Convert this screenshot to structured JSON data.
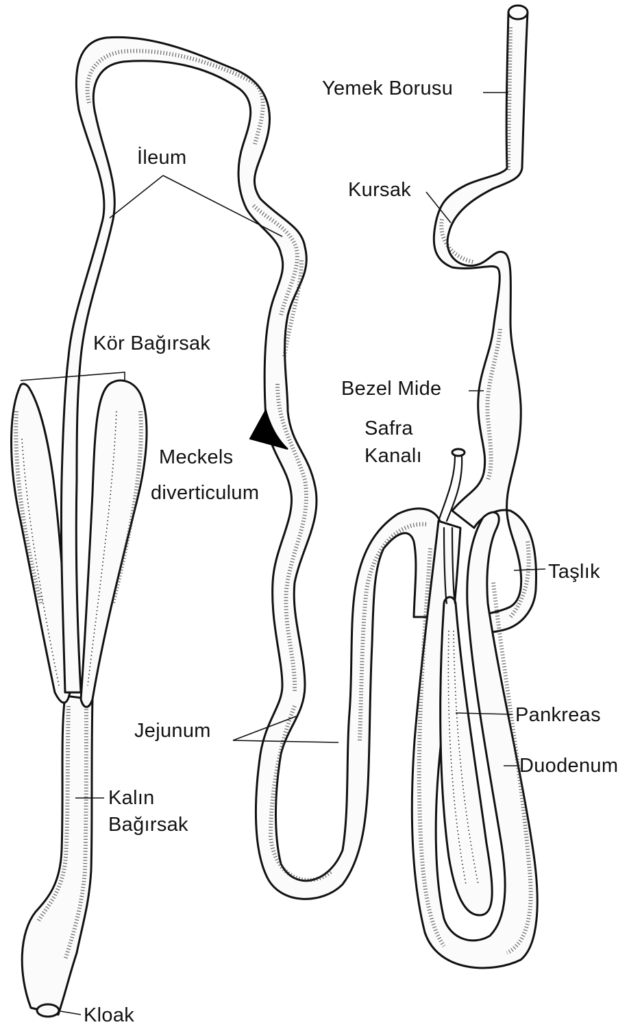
{
  "labels": {
    "ileum": "İleum",
    "kor_bagirsak": "Kör Bağırsak",
    "meckels_1": "Meckels",
    "meckels_2": "diverticulum",
    "kalin_1": "Kalın",
    "kalin_2": "Bağırsak",
    "kloak": "Kloak",
    "yemek_borusu": "Yemek Borusu",
    "kursak": "Kursak",
    "bezel_mide": "Bezel Mide",
    "safra_1": "Safra",
    "safra_2": "Kanalı",
    "taslik": "Taşlık",
    "pankreas": "Pankreas",
    "duodenum": "Duodenum",
    "jejunum": "Jejunum"
  }
}
